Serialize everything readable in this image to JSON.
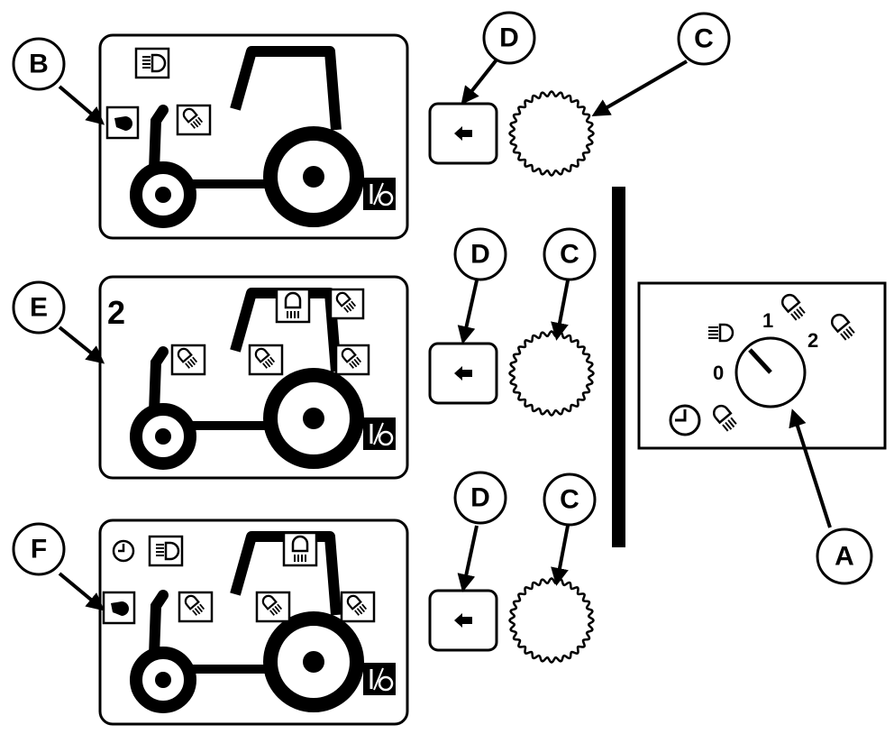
{
  "callouts": {
    "a": "A",
    "b": "B",
    "c": "C",
    "d": "D",
    "e": "E",
    "f": "F"
  },
  "panel_e": {
    "number": "2"
  },
  "light_switch": {
    "positions": [
      "0",
      "1",
      "2"
    ]
  },
  "colors": {
    "ink": "#000000",
    "background": "#ffffff"
  }
}
